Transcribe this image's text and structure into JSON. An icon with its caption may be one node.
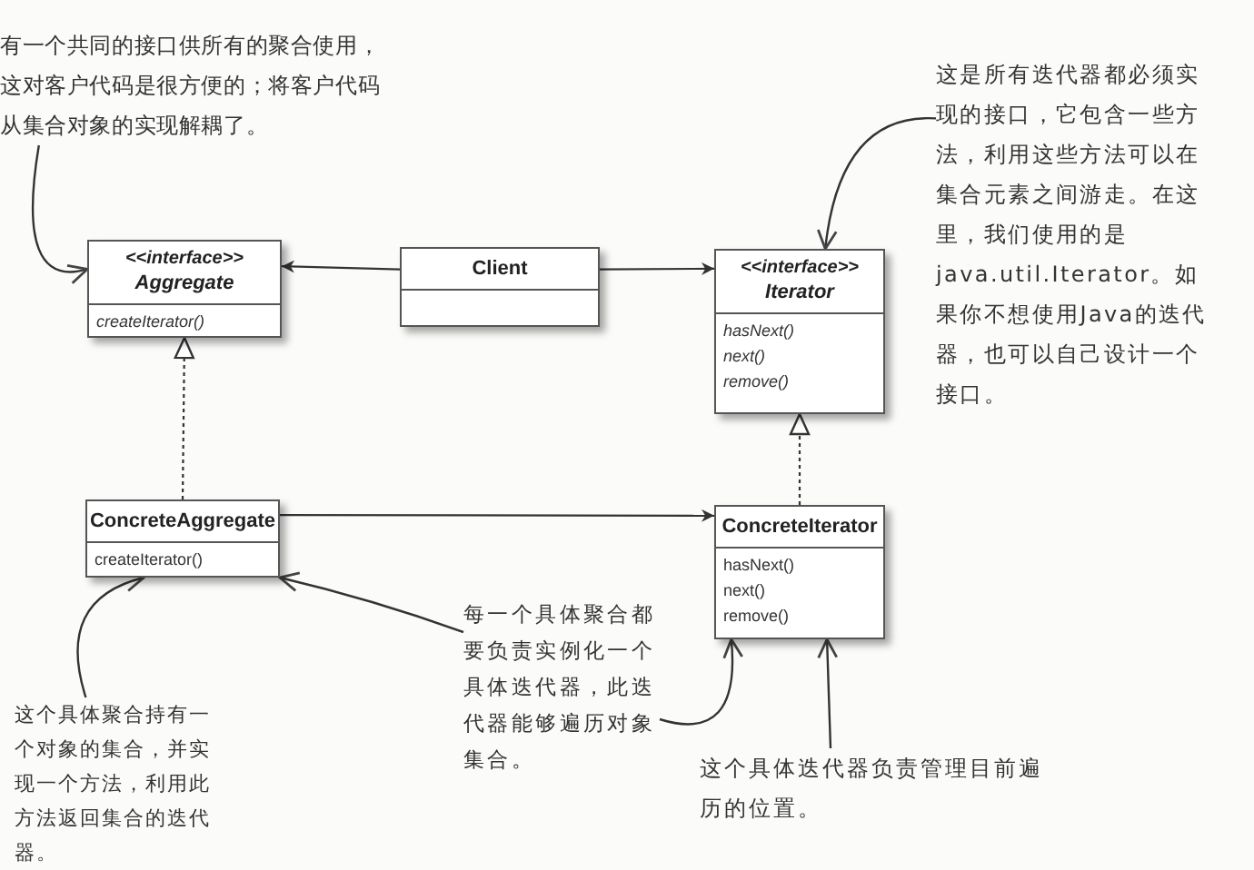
{
  "diagram": {
    "nodes": [
      {
        "text": [
          "<<interface>>",
          "Aggregate",
          "createIterator()"
        ]
      },
      {
        "text": [
          "Client"
        ]
      },
      {
        "text": [
          "<<interface>>",
          "Iterator",
          "hasNext()",
          "next()",
          "remove()"
        ]
      },
      {
        "text": [
          "ConcreteAggregate",
          "createIterator()"
        ]
      },
      {
        "text": [
          "ConcreteIterator",
          "hasNext()",
          "next()",
          "remove()"
        ]
      },
      {
        "text": [
          "有一个共同的接口供所有的聚合使用，这对客户代码是很方便的；将客户代码从集合对象的实现解耦了。"
        ]
      },
      {
        "text": [
          "这是所有迭代器都必须实现的接口，它包含一些方法，利用这些方法可以在集合元素之间游走。在这里，我们使用的是java.util.Iterator。如果你不想使用Java的迭代器，也可以自己设计一个接口。"
        ]
      },
      {
        "text": [
          "每一个具体聚合都要负责实例化一个具体迭代器，此迭代器能够遍历对象集合。"
        ]
      },
      {
        "text": [
          "这个具体聚合持有一个对象的集合，并实现一个方法，利用此方法返回集合的迭代器。"
        ]
      },
      {
        "text": [
          "这个具体迭代器负责管理目前遍历的位置。"
        ]
      }
    ],
    "edges": [
      {
        "from": 1,
        "to": 0,
        "arrow": "to"
      },
      {
        "from": 1,
        "to": 2,
        "arrow": "to"
      },
      {
        "from": 3,
        "to": 0,
        "arrow": "to",
        "style": "dashed"
      },
      {
        "from": 4,
        "to": 2,
        "arrow": "to",
        "style": "dashed"
      },
      {
        "from": 3,
        "to": 4,
        "arrow": "to"
      },
      {
        "from": 5,
        "to": 0,
        "arrow": "to"
      },
      {
        "from": 6,
        "to": 2,
        "arrow": "to"
      },
      {
        "from": 7,
        "to": 3,
        "arrow": "to"
      },
      {
        "from": 7,
        "to": 4,
        "arrow": "to"
      },
      {
        "from": 8,
        "to": 3,
        "arrow": "to"
      },
      {
        "from": 9,
        "to": 4,
        "arrow": "to"
      }
    ]
  }
}
